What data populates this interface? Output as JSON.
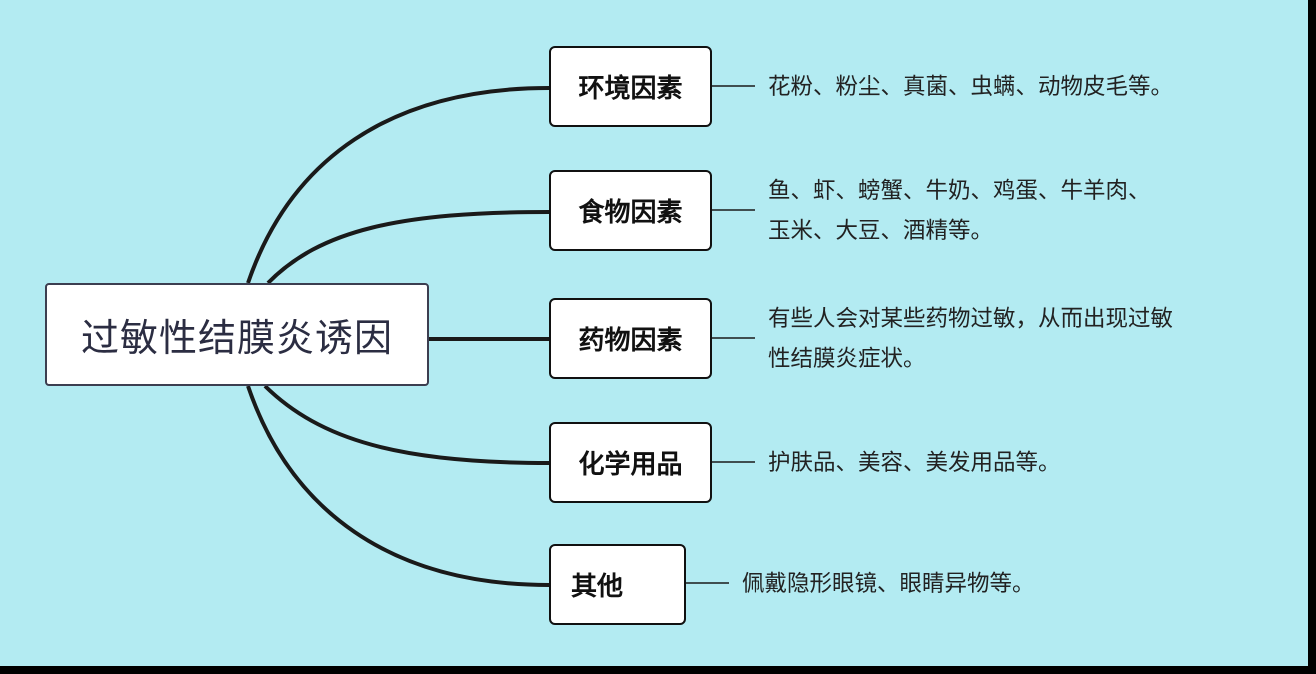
{
  "colors": {
    "background": "#b3ebf2",
    "frame": "#000000",
    "line": "#1a1a1a",
    "node_fill": "#ffffff"
  },
  "root": {
    "label": "过敏性结膜炎诱因"
  },
  "branches": [
    {
      "label": "环境因素",
      "description": [
        "花粉、粉尘、真菌、虫螨、动物皮毛等。"
      ]
    },
    {
      "label": "食物因素",
      "description": [
        "鱼、虾、螃蟹、牛奶、鸡蛋、牛羊肉、",
        "玉米、大豆、酒精等。"
      ]
    },
    {
      "label": "药物因素",
      "description": [
        "有些人会对某些药物过敏，从而出现过敏",
        "性结膜炎症状。"
      ]
    },
    {
      "label": "化学用品",
      "description": [
        "护肤品、美容、美发用品等。"
      ]
    },
    {
      "label": "其他",
      "description": [
        "佩戴隐形眼镜、眼睛异物等。"
      ]
    }
  ]
}
